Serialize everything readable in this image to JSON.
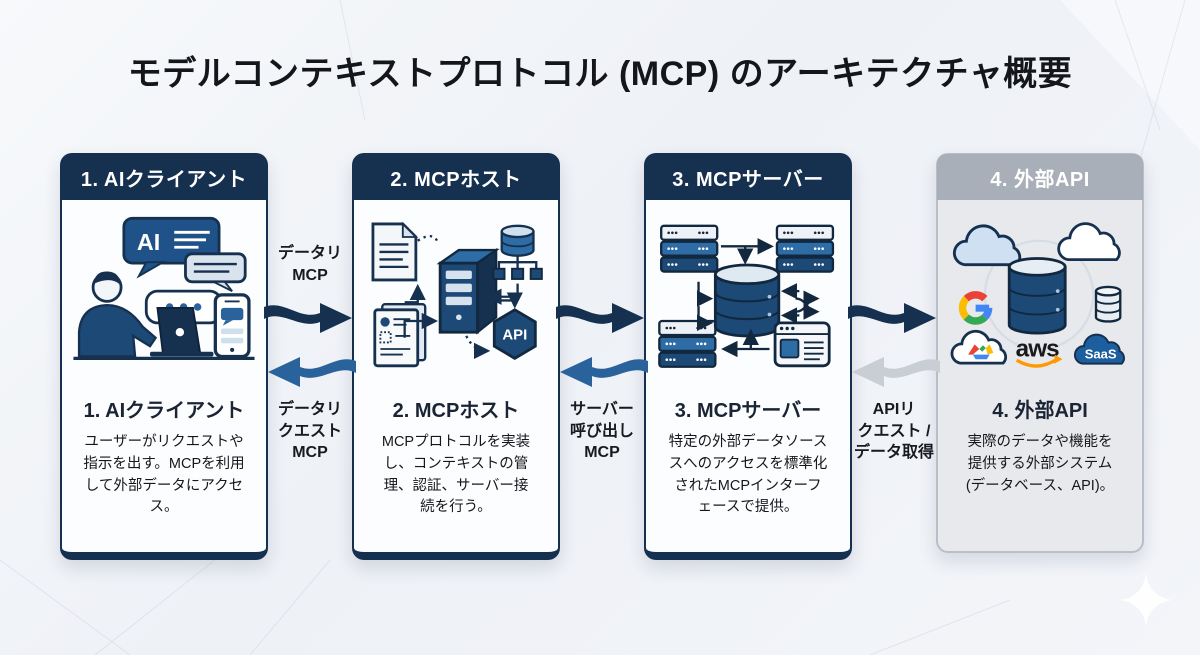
{
  "title": "モデルコンテキストプロトコル (MCP) のアーキテクチャ概要",
  "cards": [
    {
      "header": "1. AIクライアント",
      "heading": "1. AIクライアント",
      "description": "ユーザーがリクエストや\n指示を出す。MCPを利用\nして外部データにアクセ\nス。"
    },
    {
      "header": "2. MCPホスト",
      "heading": "2. MCPホスト",
      "description": "MCPプロトコルを実装\nし、コンテキストの管\n理、認証、サーバー接\n続を行う。"
    },
    {
      "header": "3. MCPサーバー",
      "heading": "3. MCPサーバー",
      "description": "特定の外部データソース\nスへのアクセスを標準化\nされたMCPインターフ\nェースで提供。"
    },
    {
      "header": "4. 外部API",
      "heading": "4. 外部API",
      "description": "実際のデータや機能を\n提供する外部システム\n(データベース、API)。"
    }
  ],
  "connectors": [
    {
      "top_label": "データリ\nMCP",
      "bottom_label": "データリ\nクエスト\nMCP"
    },
    {
      "bottom_label": "サーバー\n呼び出し\nMCP"
    },
    {
      "bottom_label": "APIリ\nクエスト /\nデータ取得"
    }
  ],
  "icon_labels": {
    "ai_bubble": "AI",
    "api_hexagon": "API",
    "aws": "aws",
    "saas": "SaaS"
  },
  "colors": {
    "navy": "#16304f",
    "mid_blue": "#1d4977",
    "blue": "#2e6ca5",
    "arrow_right": "#16304f",
    "arrow_left_blue": "#2a639c",
    "arrow_left_gray": "#c9ced5",
    "card4_header": "#a9afb8",
    "aws_orange": "#ff9900",
    "google_blue": "#4285F4",
    "google_red": "#EA4335",
    "google_yellow": "#FBBC05",
    "google_green": "#34A853"
  }
}
